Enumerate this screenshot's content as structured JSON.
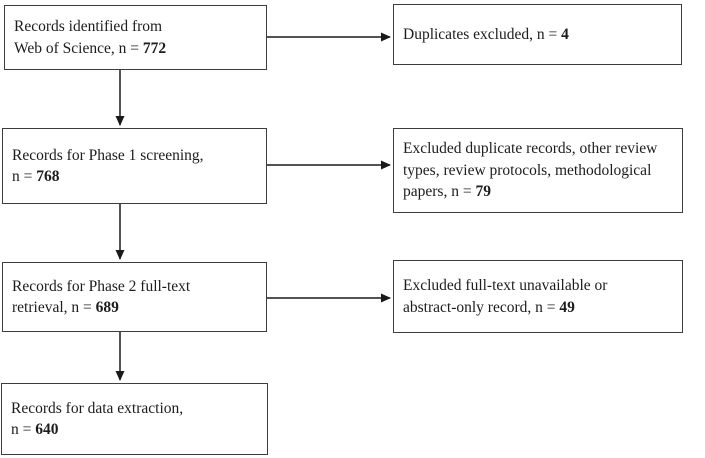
{
  "colors": {
    "box_border": "#3d3d3d",
    "arrow": "#1a1a1a",
    "text": "#1c1c1c",
    "background": "#ffffff"
  },
  "flow": {
    "boxes": [
      {
        "name": "records-identified",
        "lines": [
          "Records identified from",
          "Web of Science, n ="
        ],
        "n": "772"
      },
      {
        "name": "duplicates-excluded",
        "lines": [
          "Duplicates excluded, n ="
        ],
        "n": "4"
      },
      {
        "name": "phase1-screening",
        "lines": [
          "Records for Phase 1 screening,",
          "n ="
        ],
        "n": "768"
      },
      {
        "name": "excluded-phase1",
        "lines": [
          "Excluded duplicate records, other review",
          "types, review protocols, methodological",
          "papers, n ="
        ],
        "n": "79"
      },
      {
        "name": "phase2-fulltext-retrieval",
        "lines": [
          "Records for Phase 2 full-text",
          "retrieval, n ="
        ],
        "n": "689"
      },
      {
        "name": "excluded-phase2",
        "lines": [
          "Excluded full-text unavailable or",
          "abstract-only record, n ="
        ],
        "n": "49"
      },
      {
        "name": "data-extraction",
        "lines": [
          "Records for data extraction,",
          "n ="
        ],
        "n": "640"
      }
    ]
  }
}
